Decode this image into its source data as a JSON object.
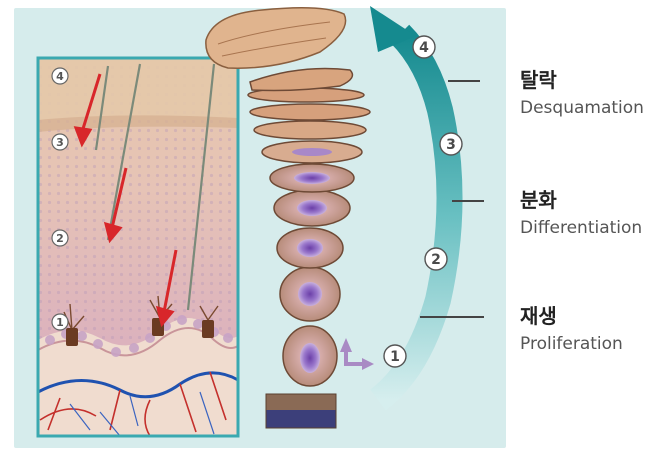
{
  "stages": [
    {
      "number": "4",
      "korean": "탈락",
      "english": "Desquamation"
    },
    {
      "number": "3",
      "korean": "분화",
      "english": "Differentiation"
    },
    {
      "number": "1",
      "korean": "재생",
      "english": "Proliferation"
    }
  ],
  "cycle_markers": [
    "4",
    "3",
    "2",
    "1"
  ],
  "inset_markers": [
    "4",
    "3",
    "2",
    "1"
  ],
  "colors": {
    "panel_bg": "#d6ecec",
    "inset_border": "#3aa9b0",
    "arrow_teal": "#1f8f94",
    "red_arrow": "#d8262a",
    "nucleus": "#8a5fb8"
  }
}
